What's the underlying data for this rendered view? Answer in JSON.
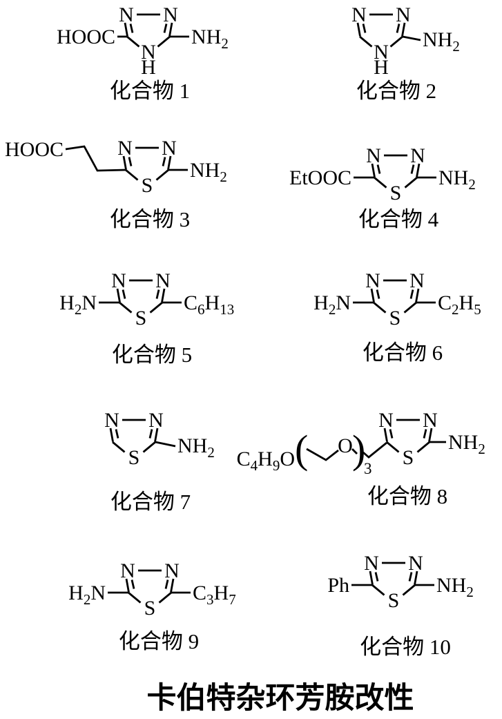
{
  "caption": "卡伯特杂环芳胺改性",
  "compounds": [
    {
      "label": "化合物 1",
      "n1": "N",
      "n2": "N",
      "bottom": "N",
      "h": "H",
      "left": [
        {
          "t": "HOOC"
        }
      ],
      "right": [
        {
          "t": "NH"
        },
        {
          "s": "2"
        }
      ]
    },
    {
      "label": "化合物 2",
      "n1": "N",
      "n2": "N",
      "bottom": "N",
      "h": "H",
      "right": [
        {
          "t": "NH"
        },
        {
          "s": "2"
        }
      ]
    },
    {
      "label": "化合物 3",
      "n1": "N",
      "n2": "N",
      "bottom": "S",
      "left": [
        {
          "t": "HOOC"
        }
      ],
      "right": [
        {
          "t": "NH"
        },
        {
          "s": "2"
        }
      ]
    },
    {
      "label": "化合物 4",
      "n1": "N",
      "n2": "N",
      "bottom": "S",
      "left": [
        {
          "t": "EtOOC"
        }
      ],
      "right": [
        {
          "t": "NH"
        },
        {
          "s": "2"
        }
      ]
    },
    {
      "label": "化合物 5",
      "n1": "N",
      "n2": "N",
      "bottom": "S",
      "left": [
        {
          "t": "H"
        },
        {
          "s": "2"
        },
        {
          "t": "N"
        }
      ],
      "right": [
        {
          "t": "C"
        },
        {
          "s": "6"
        },
        {
          "t": "H"
        },
        {
          "s": "13"
        }
      ]
    },
    {
      "label": "化合物 6",
      "n1": "N",
      "n2": "N",
      "bottom": "S",
      "left": [
        {
          "t": "H"
        },
        {
          "s": "2"
        },
        {
          "t": "N"
        }
      ],
      "right": [
        {
          "t": "C"
        },
        {
          "s": "2"
        },
        {
          "t": "H"
        },
        {
          "s": "5"
        }
      ]
    },
    {
      "label": "化合物 7",
      "n1": "N",
      "n2": "N",
      "bottom": "S",
      "right": [
        {
          "t": "NH"
        },
        {
          "s": "2"
        }
      ]
    },
    {
      "label": "化合物 8",
      "n1": "N",
      "n2": "N",
      "bottom": "S",
      "chain": {
        "pre": [
          {
            "t": "C"
          },
          {
            "s": "4"
          },
          {
            "t": "H"
          },
          {
            "s": "9"
          },
          {
            "t": "O"
          }
        ],
        "open_paren": "(",
        "oxygen": "O",
        "close_paren": ")",
        "repeat_sub": "3"
      },
      "right": [
        {
          "t": "NH"
        },
        {
          "s": "2"
        }
      ]
    },
    {
      "label": "化合物 9",
      "n1": "N",
      "n2": "N",
      "bottom": "S",
      "left": [
        {
          "t": "H"
        },
        {
          "s": "2"
        },
        {
          "t": "N"
        }
      ],
      "right": [
        {
          "t": "C"
        },
        {
          "s": "3"
        },
        {
          "t": "H"
        },
        {
          "s": "7"
        }
      ]
    },
    {
      "label": "化合物 10",
      "n1": "N",
      "n2": "N",
      "bottom": "S",
      "left": [
        {
          "t": "Ph"
        }
      ],
      "right": [
        {
          "t": "NH"
        },
        {
          "s": "2"
        }
      ]
    }
  ]
}
